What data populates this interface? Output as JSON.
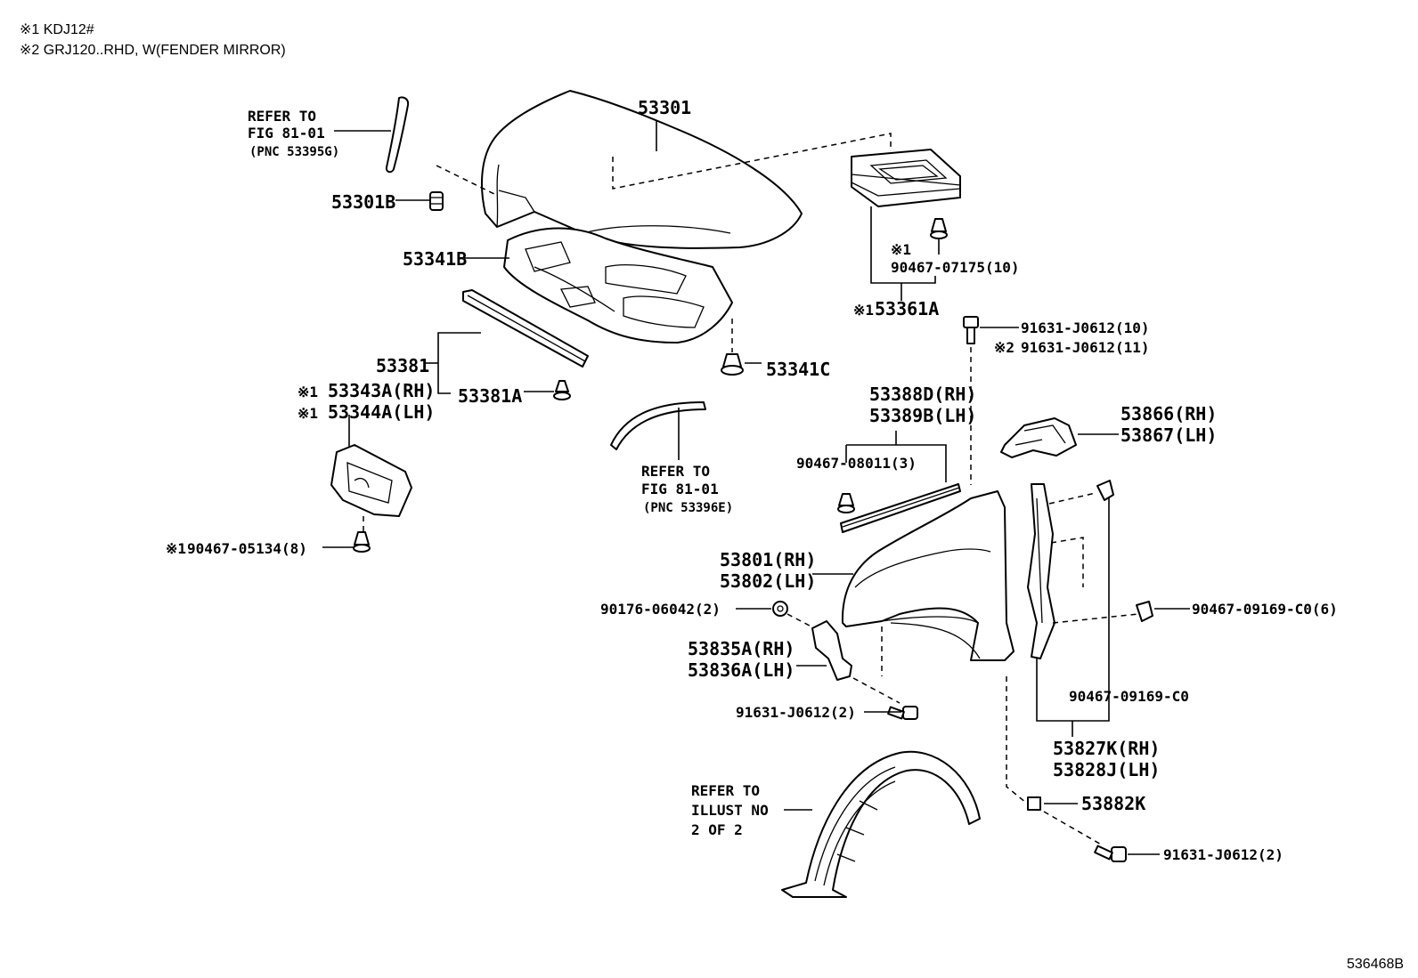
{
  "notes": {
    "note1": "※1  KDJ12#",
    "note2": "※2  GRJ120..RHD, W(FENDER MIRROR)"
  },
  "illustration_id": "536468B",
  "labels": {
    "hood": "53301",
    "hood_cushion": "53301B",
    "hood_insulator": "53341B",
    "insulator_clip": "53341C",
    "seal": "53381",
    "seal_clip": "53381A",
    "duct_rh": "53343A(RH)",
    "duct_lh": "53344A(LH)",
    "duct_clip": "90467-05134(8)",
    "scoop": "53361A",
    "scoop_clip": "90467-07175(10)",
    "bolt_10": "91631-J0612(10)",
    "bolt_11": "91631-J0612(11)",
    "fender_seal_rh": "53388D(RH)",
    "fender_seal_lh": "53389B(LH)",
    "fender_seal_clip": "90467-08011(3)",
    "shield_rh": "53866(RH)",
    "shield_lh": "53867(LH)",
    "fender_rh": "53801(RH)",
    "fender_lh": "53802(LH)",
    "nut": "90176-06042(2)",
    "bracket_rh": "53835A(RH)",
    "bracket_lh": "53836A(LH)",
    "bracket_bolt": "91631-J0612(2)",
    "liner_clip_6": "90467-09169-C0(6)",
    "liner_clip": "90467-09169-C0",
    "liner_rh": "53827K(RH)",
    "liner_lh": "53828J(LH)",
    "plate": "53882K",
    "plate_bolt": "91631-J0612(2)"
  },
  "markers": {
    "m1": "※1",
    "m2": "※2"
  },
  "refs": {
    "ref1": {
      "line1": "REFER TO",
      "line2": "FIG 81-01",
      "line3": "(PNC 53395G)"
    },
    "ref2": {
      "line1": "REFER TO",
      "line2": "FIG 81-01",
      "line3": "(PNC 53396E)"
    },
    "ref3": {
      "line1": "REFER TO",
      "line2": "ILLUST NO",
      "line3": "2 OF 2"
    }
  }
}
